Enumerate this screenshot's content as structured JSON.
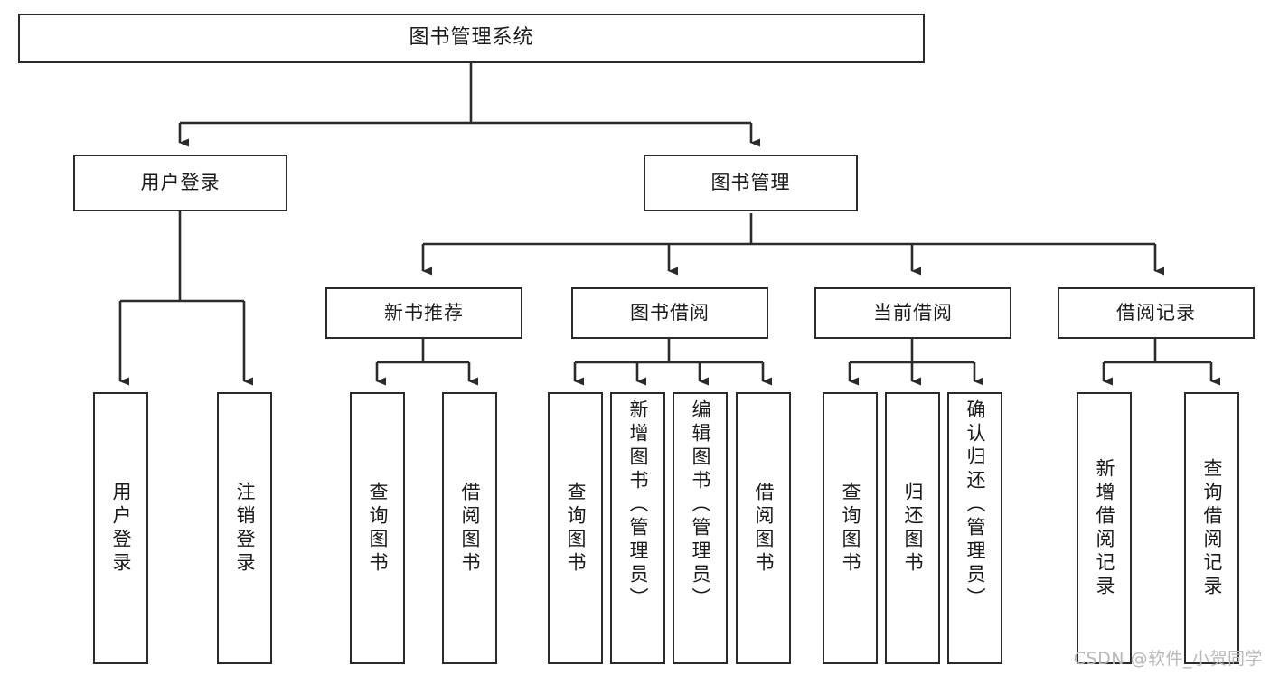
{
  "diagram": {
    "title": "图书管理系统",
    "type": "tree-hierarchy",
    "watermark": "CSDN @软件_小贺同学",
    "colors": {
      "border": "#2b2b2b",
      "box_fill": "#ffffff",
      "link": "#2b2b2b",
      "text": "#1a1a1a",
      "watermark": "#b9b9b9",
      "background": "#ffffff"
    },
    "root": {
      "id": "root",
      "label": "图书管理系统"
    },
    "level2": [
      {
        "id": "user-login",
        "label": "用户登录"
      },
      {
        "id": "book-manage",
        "label": "图书管理"
      }
    ],
    "level3": [
      {
        "id": "new-book-rec",
        "label": "新书推荐",
        "parent": "book-manage"
      },
      {
        "id": "book-borrow",
        "label": "图书借阅",
        "parent": "book-manage"
      },
      {
        "id": "current-borrow",
        "label": "当前借阅",
        "parent": "book-manage"
      },
      {
        "id": "borrow-record",
        "label": "借阅记录",
        "parent": "book-manage"
      }
    ],
    "leaves": [
      {
        "id": "leaf-user-login",
        "label": "用户登录",
        "parent": "user-login",
        "align": "center"
      },
      {
        "id": "leaf-user-logout",
        "label": "注销登录",
        "parent": "user-login",
        "align": "center"
      },
      {
        "id": "leaf-query-book-1",
        "label": "查询图书",
        "parent": "new-book-rec",
        "align": "center"
      },
      {
        "id": "leaf-borrow-book-1",
        "label": "借阅图书",
        "parent": "new-book-rec",
        "align": "center"
      },
      {
        "id": "leaf-query-book-2",
        "label": "查询图书",
        "parent": "book-borrow",
        "align": "center"
      },
      {
        "id": "leaf-add-book",
        "label": "新增图书（管理员）",
        "parent": "book-borrow",
        "align": "top"
      },
      {
        "id": "leaf-edit-book",
        "label": "编辑图书（管理员）",
        "parent": "book-borrow",
        "align": "top"
      },
      {
        "id": "leaf-borrow-book-2",
        "label": "借阅图书",
        "parent": "book-borrow",
        "align": "center"
      },
      {
        "id": "leaf-query-book-3",
        "label": "查询图书",
        "parent": "current-borrow",
        "align": "center"
      },
      {
        "id": "leaf-return-book",
        "label": "归还图书",
        "parent": "current-borrow",
        "align": "center"
      },
      {
        "id": "leaf-confirm-return",
        "label": "确认归还（管理员）",
        "parent": "current-borrow",
        "align": "top"
      },
      {
        "id": "leaf-add-record",
        "label": "新增借阅记录",
        "parent": "borrow-record",
        "align": "center"
      },
      {
        "id": "leaf-query-record",
        "label": "查询借阅记录",
        "parent": "borrow-record",
        "align": "center"
      }
    ]
  }
}
